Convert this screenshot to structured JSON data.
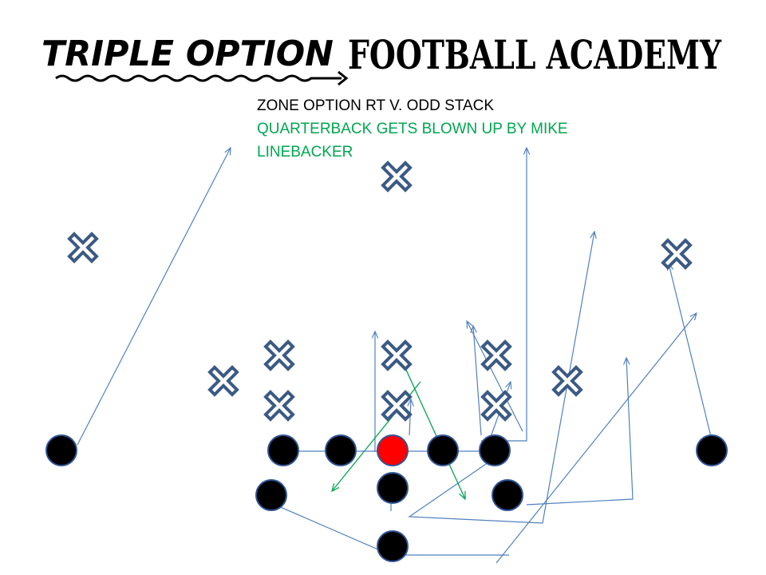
{
  "logo": {
    "script_text": "TRIPLE OPTION",
    "block_text": "FOOTBALL ACADEMY"
  },
  "caption": {
    "line1": "ZONE OPTION RT V. ODD STACK",
    "line2": "QUARTERBACK GETS BLOWN UP BY MIKE",
    "line3": "LINEBACKER",
    "line1_color": "#000000",
    "highlight_color": "#00a650"
  },
  "colors": {
    "offense_fill": "#000000",
    "ball_carrier_fill": "#ff0000",
    "offense_ring": "#2f5597",
    "defense_fill": "#ffffff",
    "defense_stroke": "#3b5a85",
    "route_stroke": "#4f81bd",
    "qb_path_stroke": "#00a650"
  },
  "legend": {
    "offense": "circle",
    "defense": "x-mark",
    "ball": "red-circle"
  }
}
